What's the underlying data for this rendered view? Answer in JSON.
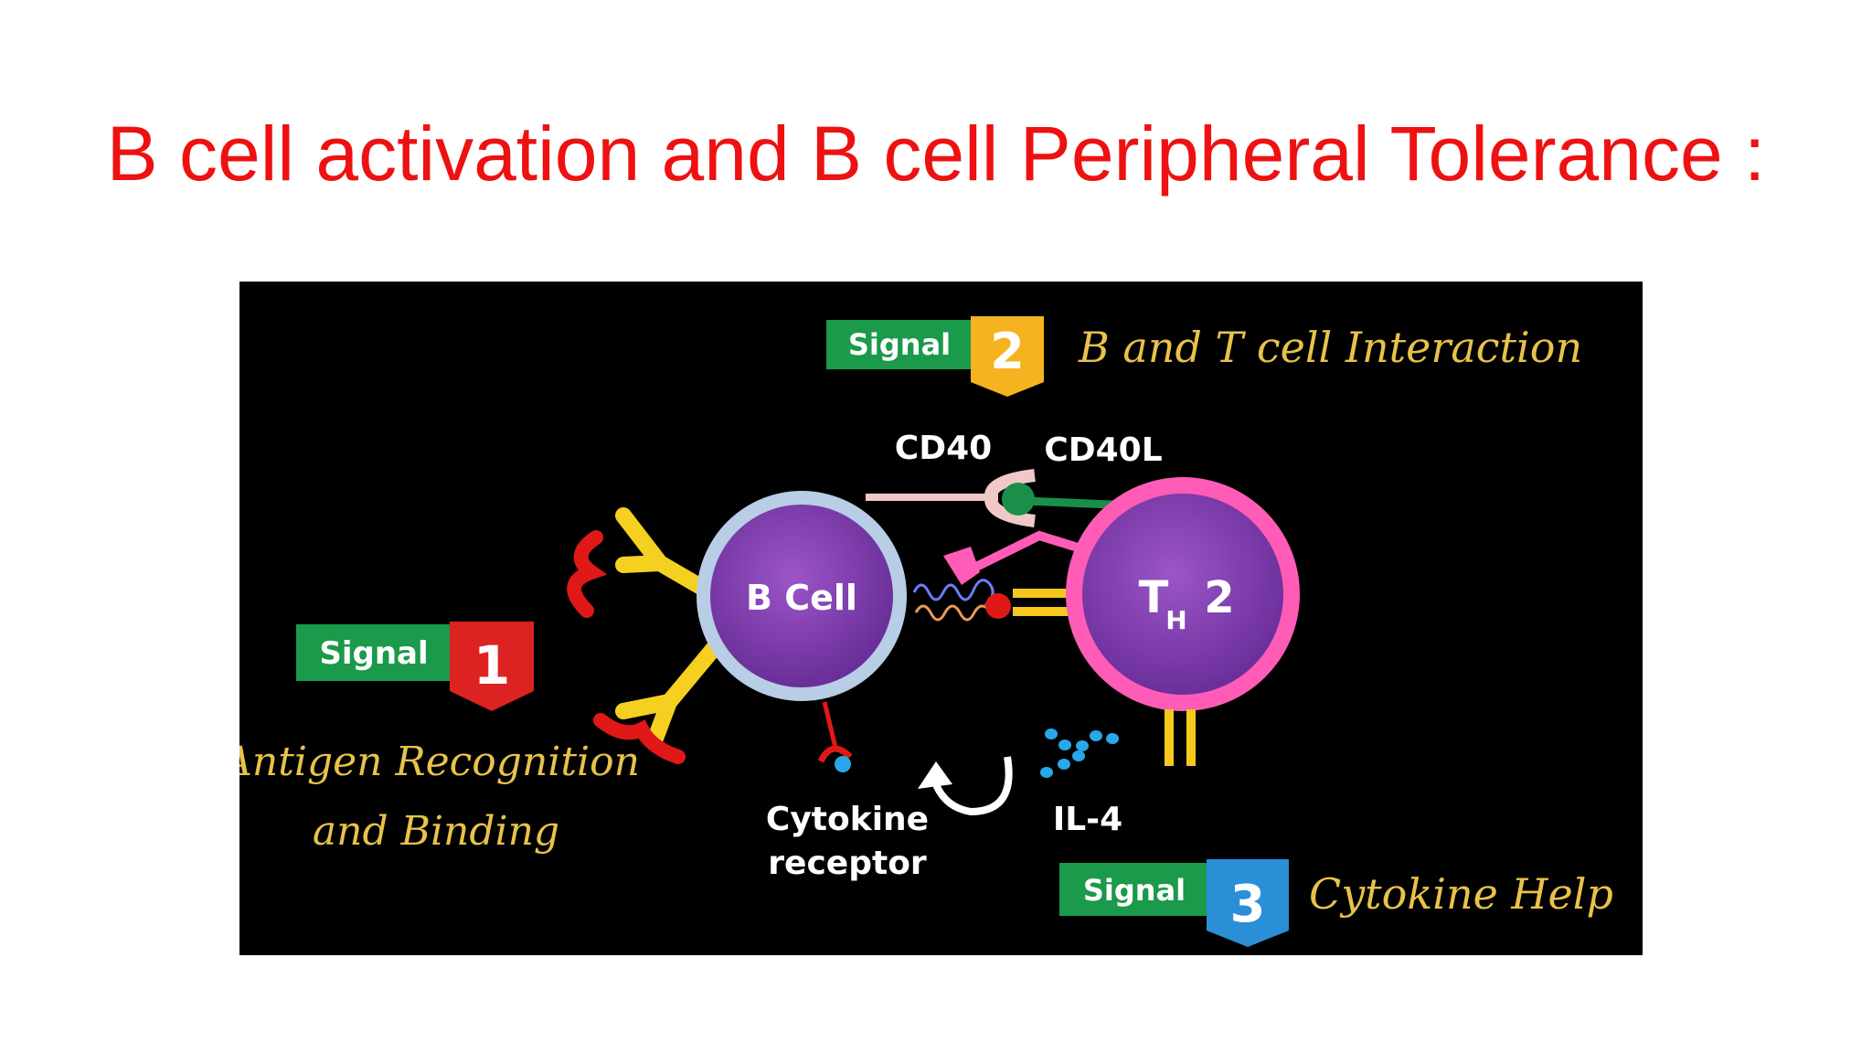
{
  "slide": {
    "title": "B cell activation and B cell Peripheral Tolerance :"
  },
  "diagram": {
    "signal1": {
      "tag": "Signal",
      "number": "1",
      "caption_line1": "Antigen Recognition",
      "caption_line2": "and Binding",
      "color": "#dd2222"
    },
    "signal2": {
      "tag": "Signal",
      "number": "2",
      "caption": "B and T cell Interaction",
      "color": "#f5b320"
    },
    "signal3": {
      "tag": "Signal",
      "number": "3",
      "caption": "Cytokine Help",
      "color": "#2a8fd6"
    },
    "b_cell": {
      "label": "B Cell"
    },
    "th2_cell": {
      "label_main": "T",
      "label_sub": "H",
      "label_num": "2"
    },
    "labels": {
      "cd40": "CD40",
      "cd40l": "CD40L",
      "cytokine_receptor_line1": "Cytokine",
      "cytokine_receptor_line2": "receptor",
      "il4": "IL-4"
    },
    "colors": {
      "signal_tag_green": "#1a9a4a",
      "caption_gold": "#e8c24a",
      "b_cell_fill": "#7a3aa8",
      "b_cell_ring": "#b8cde6",
      "th2_ring": "#ff5cb8"
    }
  }
}
